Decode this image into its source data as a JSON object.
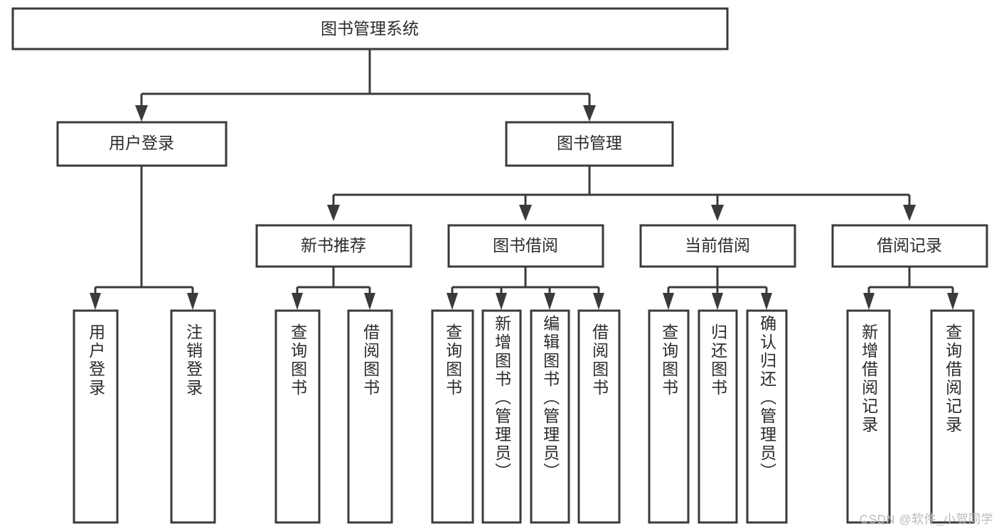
{
  "diagram": {
    "title": "图书管理系统",
    "watermark": "CSDN @软件_小贺同学",
    "levels": {
      "root": {
        "label": "图书管理系统"
      },
      "level1": [
        {
          "id": "user-login",
          "label": "用户登录"
        },
        {
          "id": "book-manage",
          "label": "图书管理"
        }
      ],
      "level2": [
        {
          "id": "new-book-recommend",
          "label": "新书推荐",
          "parent": "book-manage"
        },
        {
          "id": "book-borrow",
          "label": "图书借阅",
          "parent": "book-manage"
        },
        {
          "id": "current-borrow",
          "label": "当前借阅",
          "parent": "book-manage"
        },
        {
          "id": "borrow-record",
          "label": "借阅记录",
          "parent": "book-manage"
        }
      ],
      "leaves": [
        {
          "id": "leaf-user-login",
          "label": "用户登录",
          "parent": "user-login"
        },
        {
          "id": "leaf-user-logout",
          "label": "注销登录",
          "parent": "user-login"
        },
        {
          "id": "leaf-query-book-1",
          "label": "查询图书",
          "parent": "new-book-recommend"
        },
        {
          "id": "leaf-borrow-book-1",
          "label": "借阅图书",
          "parent": "new-book-recommend"
        },
        {
          "id": "leaf-query-book-2",
          "label": "查询图书",
          "parent": "book-borrow"
        },
        {
          "id": "leaf-add-book",
          "label": "新增图书（管理员）",
          "parent": "book-borrow"
        },
        {
          "id": "leaf-edit-book",
          "label": "编辑图书（管理员）",
          "parent": "book-borrow"
        },
        {
          "id": "leaf-borrow-book-2",
          "label": "借阅图书",
          "parent": "book-borrow"
        },
        {
          "id": "leaf-query-book-3",
          "label": "查询图书",
          "parent": "current-borrow"
        },
        {
          "id": "leaf-return-book",
          "label": "归还图书",
          "parent": "current-borrow"
        },
        {
          "id": "leaf-confirm-return",
          "label": "确认归还（管理员）",
          "parent": "current-borrow"
        },
        {
          "id": "leaf-add-record",
          "label": "新增借阅记录",
          "parent": "borrow-record"
        },
        {
          "id": "leaf-query-record",
          "label": "查询借阅记录",
          "parent": "borrow-record"
        }
      ]
    },
    "colors": {
      "stroke": "#3a3a3a",
      "fill": "#ffffff",
      "text": "#2b2b2b",
      "watermark": "#b9b9b9"
    }
  }
}
